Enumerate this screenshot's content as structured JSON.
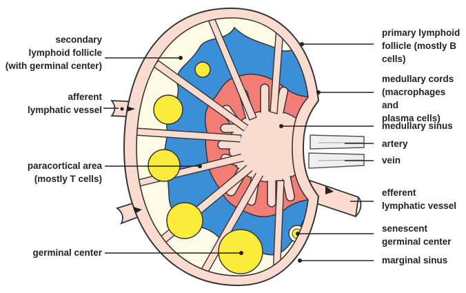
{
  "colors": {
    "capsule": "#fadbd0",
    "outline": "#333333",
    "follicle_zone": "#fdfbe6",
    "paracortex": "#3b8fd6",
    "medullary_cords": "#f27d76",
    "germinal_center": "#fbec3c",
    "vessel": "#efefef"
  },
  "labels": {
    "secondary_follicle": "secondary\nlymphoid follicle\n(with germinal center)",
    "afferent_vessel": "afferent\nlymphatic vessel",
    "paracortical_area": "paracortical area\n(mostly T cells)",
    "germinal_center": "germinal center",
    "primary_follicle": "primary lymphoid\nfollicle (mostly B\ncells)",
    "medullary_cords": "medullary cords\n(macrophages and\nplasma cells)",
    "medullary_sinus": "medullary sinus",
    "artery": "artery",
    "vein": "vein",
    "efferent_vessel": "efferent\nlymphatic vessel",
    "senescent_gc": "senescent\ngerminal center",
    "marginal_sinus": "marginal sinus"
  }
}
